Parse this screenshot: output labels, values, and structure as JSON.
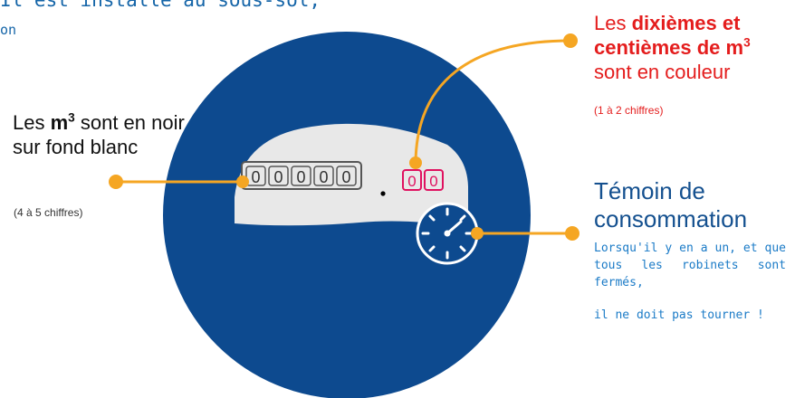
{
  "top_text": {
    "line1": "Il est installé au sous-sol,",
    "line2": "on"
  },
  "labels": {
    "m3": {
      "prefix": "Les ",
      "unit": "m",
      "exponent": "3",
      "suffix": " sont en noir sur fond blanc",
      "note": "(4 à 5 chiffres)"
    },
    "decimals": {
      "prefix": "Les ",
      "bold": "dixièmes et centièmes de m",
      "exponent": "3",
      "suffix": " sont en couleur",
      "note": "(1 à 2 chiffres)"
    },
    "witness": {
      "title": "Témoin de consommation",
      "description": "Lorsqu'il y en a un, et que tous les robinets sont fermés,",
      "description2": "il ne doit pas tourner !"
    }
  },
  "meter": {
    "black_digits": [
      "0",
      "0",
      "0",
      "0",
      "0"
    ],
    "red_digits": [
      "0",
      "0"
    ]
  },
  "colors": {
    "meter_blue": "#0d4a8f",
    "window_grey": "#e8e8e8",
    "connector_orange": "#f5a623",
    "decimal_red": "#e41d1d",
    "title_blue": "#14508f",
    "text_blue": "#1b7bc7"
  }
}
